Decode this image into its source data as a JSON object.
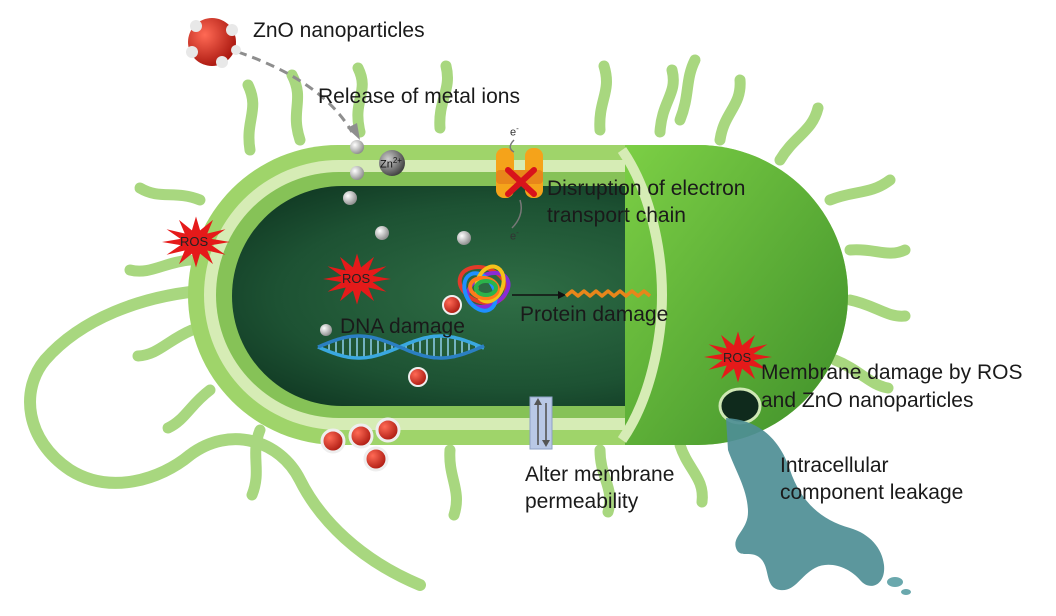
{
  "labels": {
    "zno": "ZnO nanoparticles",
    "release": "Release of metal ions",
    "disruption_line1": "Disruption of electron",
    "disruption_line2": "transport chain",
    "dna": "DNA damage",
    "protein": "Protein damage",
    "membrane_line1": "Membrane damage by ROS",
    "membrane_line2": "and ZnO nanoparticles",
    "permeability_line1": "Alter membrane",
    "permeability_line2": "permeability",
    "leakage_line1": "Intracellular",
    "leakage_line2": "component leakage"
  },
  "markers": {
    "ros": "ROS",
    "zinc_ion": "Zn",
    "zinc_charge": "2+",
    "electron": "e",
    "electron_charge": "-"
  },
  "colors": {
    "cell_outer": "#6dbb3a",
    "cell_inner": "#1f5a37",
    "ros_star": "#e51a1a",
    "nanoparticle": "#d42a1f",
    "leak": "#4e8e95",
    "transporter": "#f5a31a"
  }
}
